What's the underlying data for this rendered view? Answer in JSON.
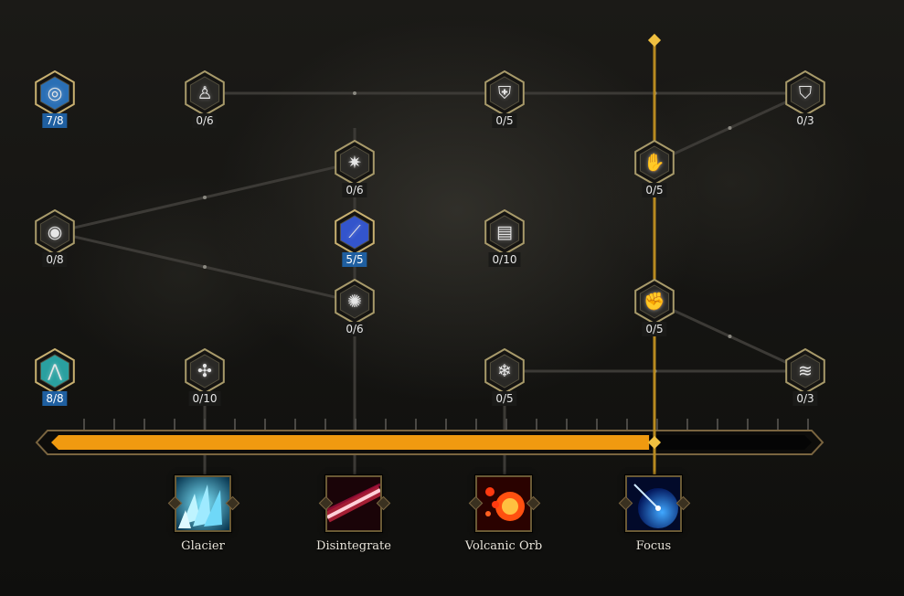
{
  "nodes": [
    {
      "id": "n1",
      "name": "arcane-swirl",
      "icon": "spiral-icon",
      "glyph": "◎",
      "rank": "7/8",
      "filled": true,
      "color": "#2a6fb5"
    },
    {
      "id": "n2",
      "name": "humanoid",
      "icon": "figure-icon",
      "glyph": "♙",
      "rank": "0/6",
      "filled": false
    },
    {
      "id": "n3",
      "name": "armor",
      "icon": "shield-armor-icon",
      "glyph": "⛨",
      "rank": "0/5",
      "filled": false
    },
    {
      "id": "n4",
      "name": "guard",
      "icon": "shield-icon",
      "glyph": "⛉",
      "rank": "0/3",
      "filled": false
    },
    {
      "id": "n5",
      "name": "shatter",
      "icon": "burst-icon",
      "glyph": "✷",
      "rank": "0/6",
      "filled": false
    },
    {
      "id": "n6",
      "name": "lightning-hand",
      "icon": "hand-icon",
      "glyph": "✋",
      "rank": "0/5",
      "filled": false
    },
    {
      "id": "n7",
      "name": "eye",
      "icon": "eye-icon",
      "glyph": "◉",
      "rank": "0/8",
      "filled": false
    },
    {
      "id": "n8",
      "name": "crystal-wand",
      "icon": "wand-icon",
      "glyph": "⟋",
      "rank": "5/5",
      "filled": true,
      "color": "#3355cc"
    },
    {
      "id": "n9",
      "name": "tome",
      "icon": "book-icon",
      "glyph": "▤",
      "rank": "0/10",
      "filled": false
    },
    {
      "id": "n10",
      "name": "frost-nova",
      "icon": "nova-icon",
      "glyph": "✺",
      "rank": "0/6",
      "filled": false
    },
    {
      "id": "n11",
      "name": "claw",
      "icon": "claw-icon",
      "glyph": "✊",
      "rank": "0/5",
      "filled": false
    },
    {
      "id": "n12",
      "name": "chevron-ward",
      "icon": "chevron-icon",
      "glyph": "⋀",
      "rank": "8/8",
      "filled": true,
      "color": "#2aa0a0"
    },
    {
      "id": "n13",
      "name": "skull-rune",
      "icon": "skull-icon",
      "glyph": "✣",
      "rank": "0/10",
      "filled": false
    },
    {
      "id": "n14",
      "name": "snowflake",
      "icon": "snowflake-icon",
      "glyph": "❄",
      "rank": "0/5",
      "filled": false
    },
    {
      "id": "n15",
      "name": "wind-slash",
      "icon": "wind-icon",
      "glyph": "≋",
      "rank": "0/3",
      "filled": false
    }
  ],
  "skills": [
    {
      "name": "glacier",
      "label": "Glacier",
      "icon": "ice-shards-icon",
      "color": "#1ea8e0"
    },
    {
      "name": "disintegrate",
      "label": "Disintegrate",
      "icon": "beam-icon",
      "color": "#e0304a"
    },
    {
      "name": "volcanic-orb",
      "label": "Volcanic Orb",
      "icon": "fire-orb-icon",
      "color": "#e04010"
    },
    {
      "name": "focus",
      "label": "Focus",
      "icon": "focus-icon",
      "color": "#1a6fe0"
    }
  ],
  "progress": {
    "fraction": 0.79
  }
}
